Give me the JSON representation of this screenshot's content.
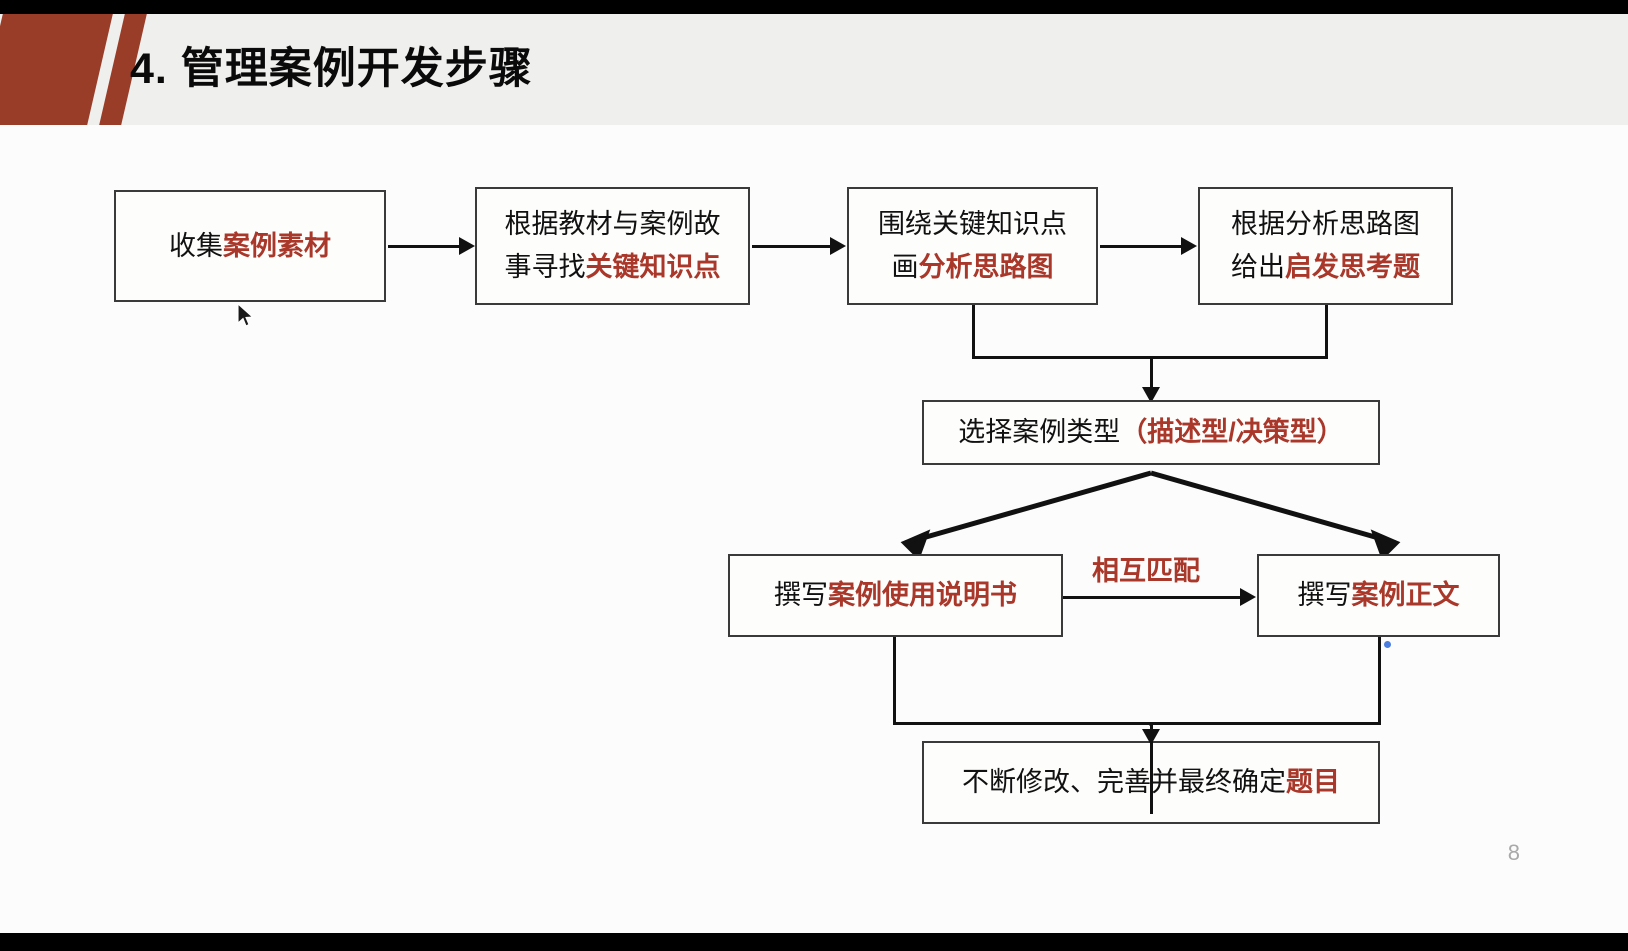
{
  "slide": {
    "title": "4. 管理案例开发步骤",
    "page_number": "8",
    "accent_color": "#993d29",
    "highlight_color": "#a9372a",
    "header_band_color": "#efefed",
    "background_color": "#fcfcfc"
  },
  "flow": {
    "nodes": {
      "collect": {
        "line1_plain": "收集",
        "line1_highlight": "案例素材"
      },
      "find_knowledge": {
        "line1_plain": "根据教材与案例故",
        "line2_plain": "事寻找",
        "line2_highlight": "关键知识点"
      },
      "draw_map": {
        "line1_plain": "围绕关键知识点",
        "line2_plain": "画",
        "line2_highlight": "分析思路图"
      },
      "give_question": {
        "line1_plain": "根据分析思路图",
        "line2_plain": "给出",
        "line2_highlight": "启发思考题"
      },
      "case_type": {
        "line1_plain": "选择案例类型",
        "line1_highlight": "（描述型/决策型）"
      },
      "write_manual": {
        "line1_plain": "撰写",
        "line1_highlight": "案例使用说明书"
      },
      "write_body": {
        "line1_plain": "撰写",
        "line1_highlight": "案例正文"
      },
      "finalize": {
        "line1_plain": "不断修改、完善并最终确定",
        "line1_highlight": "题目"
      }
    },
    "labels": {
      "mutual_match": "相互匹配"
    }
  }
}
